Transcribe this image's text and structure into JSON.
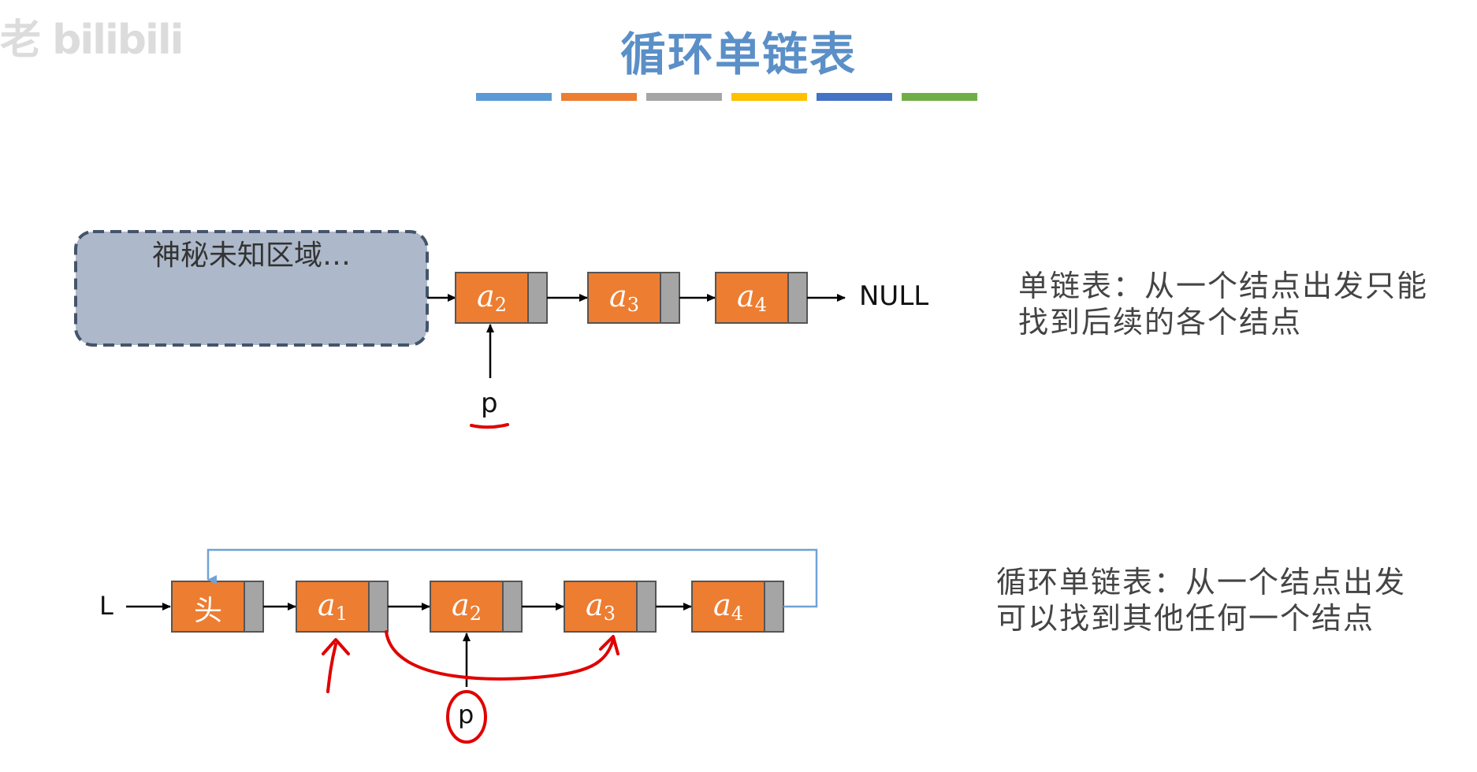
{
  "watermark": "老 bilibili",
  "title": "循环单链表",
  "color_bars": [
    "#5b9bd5",
    "#ed7d31",
    "#a5a5a5",
    "#ffc000",
    "#4472c4",
    "#70ad47"
  ],
  "colors": {
    "node_fill": "#ed7d31",
    "pointer_fill": "#a5a5a5",
    "mystery_fill": "#adb9ca",
    "mystery_border": "#44546a",
    "loop_line": "#6fa3d6",
    "annotation_red": "#e00000"
  },
  "diagram1": {
    "mystery_text": "神秘未知区域…",
    "nodes": [
      {
        "base": "a",
        "sub": "2"
      },
      {
        "base": "a",
        "sub": "3"
      },
      {
        "base": "a",
        "sub": "4"
      }
    ],
    "null_label": "NULL",
    "pointer_label": "p",
    "description": [
      "单链表：从一个结点出发只能",
      "找到后续的各个结点"
    ]
  },
  "diagram2": {
    "list_label": "L",
    "head_text": "头",
    "nodes": [
      {
        "base": "a",
        "sub": "1"
      },
      {
        "base": "a",
        "sub": "2"
      },
      {
        "base": "a",
        "sub": "3"
      },
      {
        "base": "a",
        "sub": "4"
      }
    ],
    "pointer_label": "p",
    "description": [
      "循环单链表：从一个结点出发",
      "可以找到其他任何一个结点"
    ]
  }
}
